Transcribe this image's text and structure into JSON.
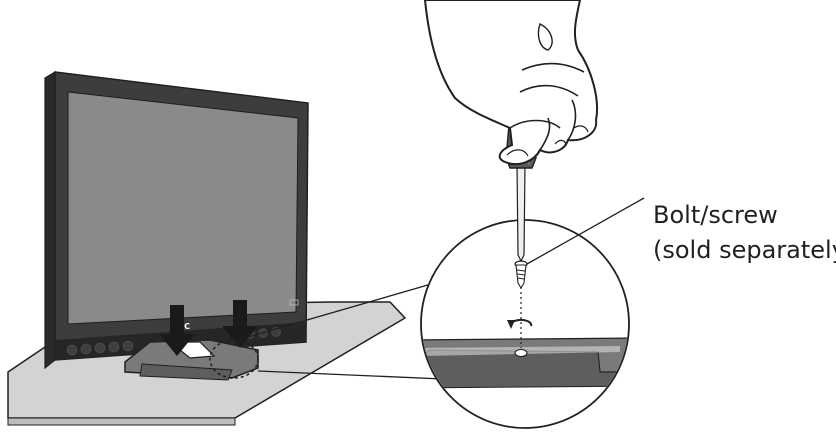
{
  "diagram": {
    "brand_logo": "JVC",
    "callout": {
      "line1": "Bolt/screw",
      "line2": "(sold separately)"
    },
    "icons": [
      "down-arrow-icon",
      "down-arrow-icon",
      "rotate-clockwise-icon",
      "screwdriver-icon",
      "screw-icon"
    ],
    "colors": {
      "outline": "#231f20",
      "screen": "#888888",
      "bezel": "#3c3c3c",
      "stand": "#777777",
      "table": "#d0d0d0",
      "arrow": "#1a1a1a"
    }
  }
}
